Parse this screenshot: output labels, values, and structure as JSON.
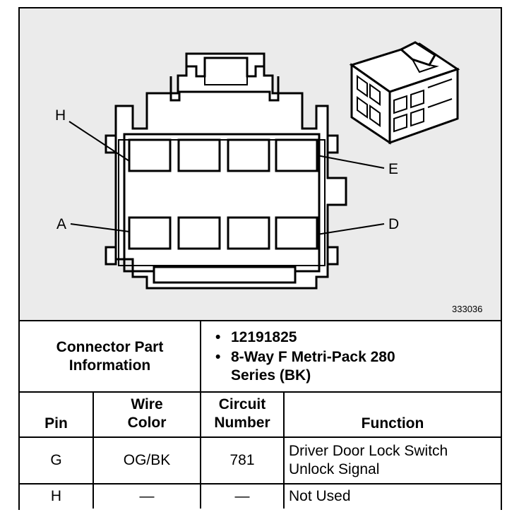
{
  "figure": {
    "number": "333036",
    "pin_labels": [
      "H",
      "E",
      "A",
      "D"
    ]
  },
  "connector_part_information": {
    "heading": "Connector Part Information",
    "part_number": "12191825",
    "description": "8-Way F Metri-Pack 280 Series (BK)"
  },
  "table": {
    "headers": {
      "pin": "Pin",
      "wire_color_line1": "Wire",
      "wire_color_line2": "Color",
      "circuit_line1": "Circuit",
      "circuit_line2": "Number",
      "function": "Function"
    },
    "rows": [
      {
        "pin": "G",
        "wire_color": "OG/BK",
        "circuit": "781",
        "function_line1": "Driver Door Lock Switch",
        "function_line2": "Unlock Signal"
      },
      {
        "pin": "H",
        "wire_color": "—",
        "circuit": "—",
        "function": "Not Used"
      }
    ]
  },
  "colors": {
    "figure_background": "#ebebeb",
    "ink": "#000000"
  }
}
